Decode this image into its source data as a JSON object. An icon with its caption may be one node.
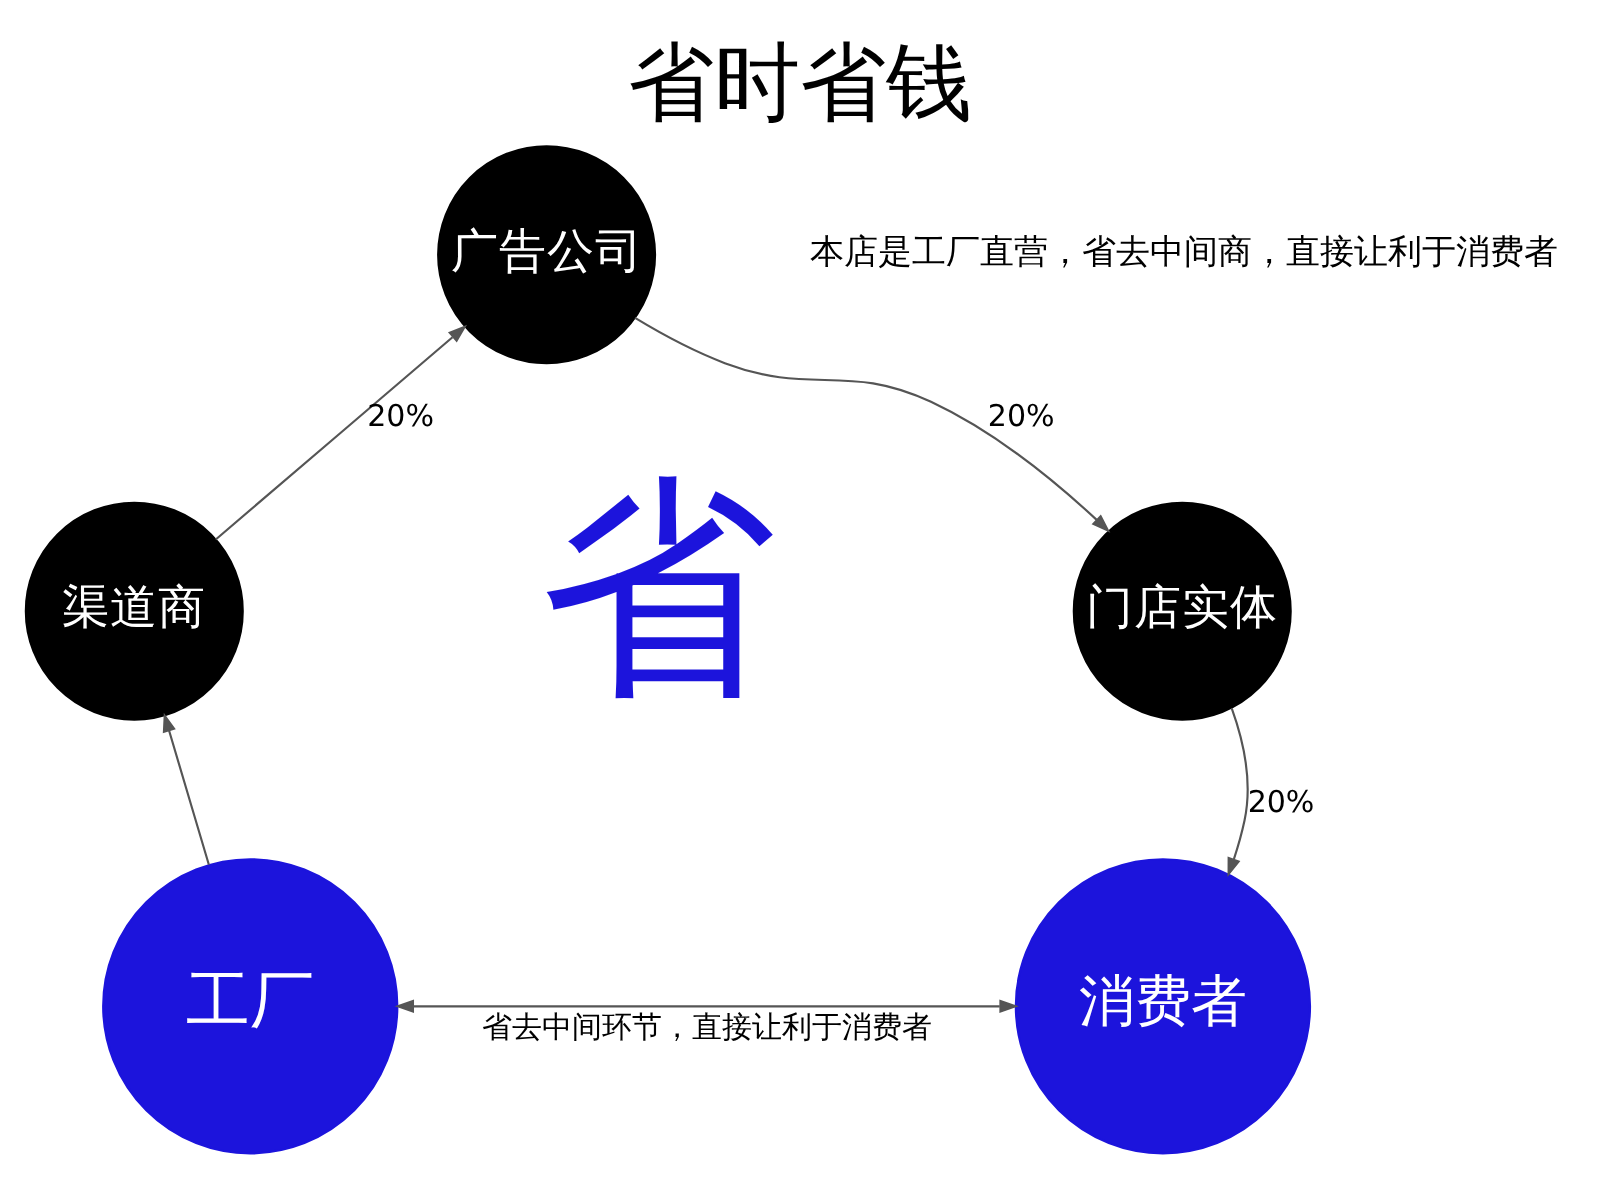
{
  "diagram": {
    "title": "省时省钱",
    "nodes": [
      {
        "text": [
          "工厂"
        ]
      },
      {
        "text": [
          "渠道商"
        ]
      },
      {
        "text": [
          "广告公司"
        ]
      },
      {
        "text": [
          "门店实体"
        ]
      },
      {
        "text": [
          "消费者"
        ]
      }
    ],
    "edges": [
      {
        "from": 0,
        "to": 1,
        "arrow": "to"
      },
      {
        "from": 1,
        "to": 2,
        "arrow": "to",
        "label": "20%"
      },
      {
        "from": 2,
        "to": 3,
        "arrow": "to",
        "label": "20%"
      },
      {
        "from": 3,
        "to": 4,
        "arrow": "to",
        "label": "20%"
      },
      {
        "from": 0,
        "to": 4,
        "arrow": "both",
        "label": "省去中间环节，直接让利于消费者"
      }
    ],
    "labels": [
      "本店是工厂直营，省去中间商，直接让利于消费者",
      "省"
    ]
  }
}
